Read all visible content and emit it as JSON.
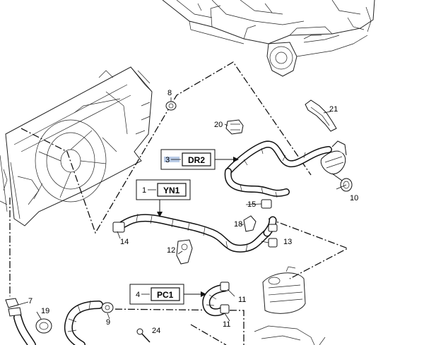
{
  "callouts": {
    "c7": "7",
    "c8": "8",
    "c9": "9",
    "c10": "10",
    "c11a": "11",
    "c11b": "11",
    "c12": "12",
    "c13": "13",
    "c14": "14",
    "c15": "15",
    "c18": "18",
    "c19": "19",
    "c20": "20",
    "c21": "21",
    "c24": "24"
  },
  "codes": [
    {
      "number": "3",
      "code": "DR2"
    },
    {
      "number": "1",
      "code": "YN1"
    },
    {
      "number": "4",
      "code": "PC1"
    }
  ]
}
